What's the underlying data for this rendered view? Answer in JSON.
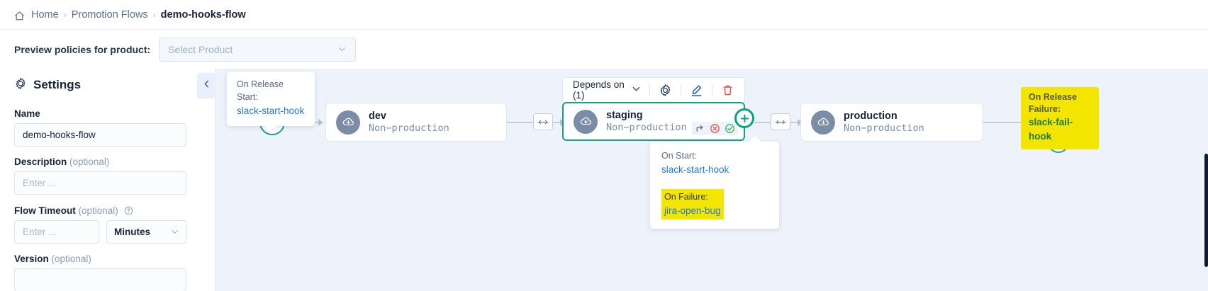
{
  "breadcrumb": {
    "home": "Home",
    "section": "Promotion Flows",
    "current": "demo-hooks-flow",
    "separator": "›"
  },
  "preview": {
    "label": "Preview policies for product:",
    "placeholder": "Select Product"
  },
  "sidebar": {
    "title": "Settings",
    "collapse": "‹",
    "fields": {
      "name_label": "Name",
      "name_value": "demo-hooks-flow",
      "description_label": "Description",
      "description_optional": "(optional)",
      "description_placeholder": "Enter ...",
      "timeout_label": "Flow Timeout",
      "timeout_optional": "(optional)",
      "timeout_placeholder": "Enter ...",
      "timeout_unit": "Minutes",
      "version_label": "Version",
      "version_optional": "(optional)"
    }
  },
  "flow": {
    "release_start_tip": {
      "label": "On Release Start:",
      "link": "slack-start-hook"
    },
    "release_failure_tip": {
      "label": "On Release Failure:",
      "link": "slack-fail-hook"
    },
    "staging_tip": {
      "start_label": "On Start:",
      "start_link": "slack-start-hook",
      "failure_label": "On Failure:",
      "failure_link": "jira-open-bug"
    },
    "toolbar": {
      "depends_on": "Depends on (1)"
    },
    "nodes": [
      {
        "name": "dev",
        "type": "Non−production"
      },
      {
        "name": "staging",
        "type": "Non−production"
      },
      {
        "name": "production",
        "type": "Non−production"
      }
    ]
  },
  "colors": {
    "accent_green": "#14a37f",
    "link_blue": "#1f7ae0",
    "highlight_yellow": "#f2e500",
    "danger_red": "#e2473c",
    "canvas_bg": "#eef3fb"
  }
}
